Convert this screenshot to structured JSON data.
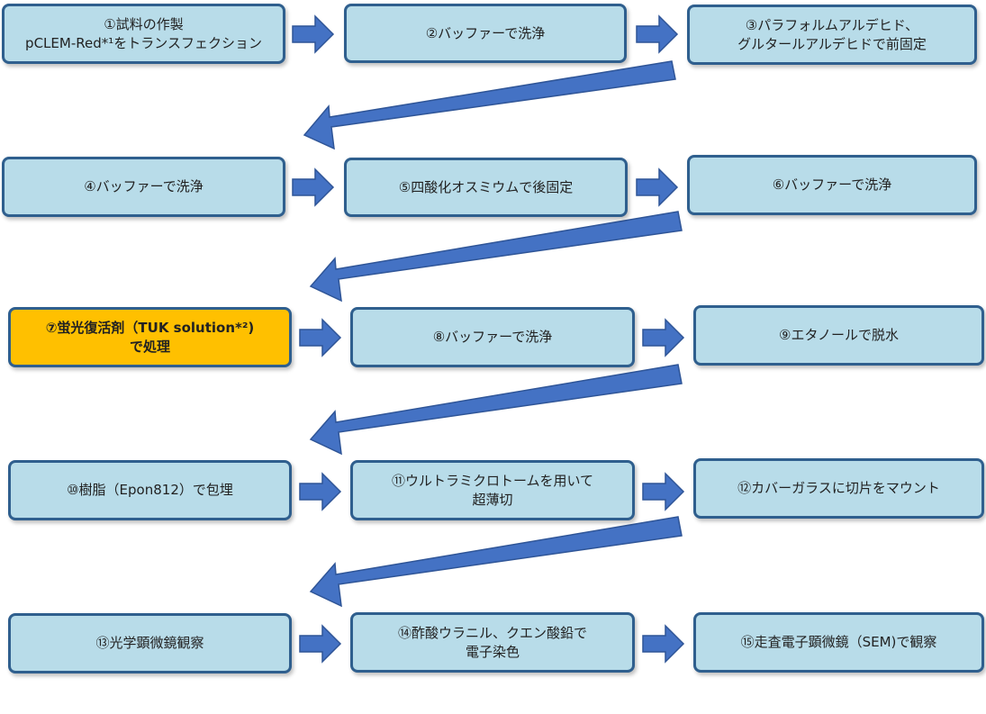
{
  "colors": {
    "box_fill": "#b8dce9",
    "box_border": "#2f5f8e",
    "highlight_fill": "#ffc000",
    "arrow_fill": "#4472c4",
    "arrow_stroke": "#2f5597"
  },
  "steps": [
    {
      "line1": "①試料の作製",
      "line2": "pCLEM-Red*¹をトランスフェクション"
    },
    {
      "line1": "②バッファーで洗浄",
      "line2": ""
    },
    {
      "line1": "③パラフォルムアルデヒド、",
      "line2": "グルタールアルデヒドで前固定"
    },
    {
      "line1": "④バッファーで洗浄",
      "line2": ""
    },
    {
      "line1": "⑤四酸化オスミウムで後固定",
      "line2": ""
    },
    {
      "line1": "⑥バッファーで洗浄",
      "line2": ""
    },
    {
      "line1": "⑦蛍光復活剤（TUK solution*²)",
      "line2": "で処理"
    },
    {
      "line1": "⑧バッファーで洗浄",
      "line2": ""
    },
    {
      "line1": "⑨エタノールで脱水",
      "line2": ""
    },
    {
      "line1": "⑩樹脂（Epon812）で包埋",
      "line2": ""
    },
    {
      "line1": "⑪ウルトラミクロトームを用いて",
      "line2": "超薄切"
    },
    {
      "line1": "⑫カバーガラスに切片をマウント",
      "line2": ""
    },
    {
      "line1": "⑬光学顕微鏡観察",
      "line2": ""
    },
    {
      "line1": "⑭酢酸ウラニル、クエン酸鉛で",
      "line2": "電子染色"
    },
    {
      "line1": "⑮走査電子顕微鏡（SEM)で観察",
      "line2": ""
    }
  ]
}
